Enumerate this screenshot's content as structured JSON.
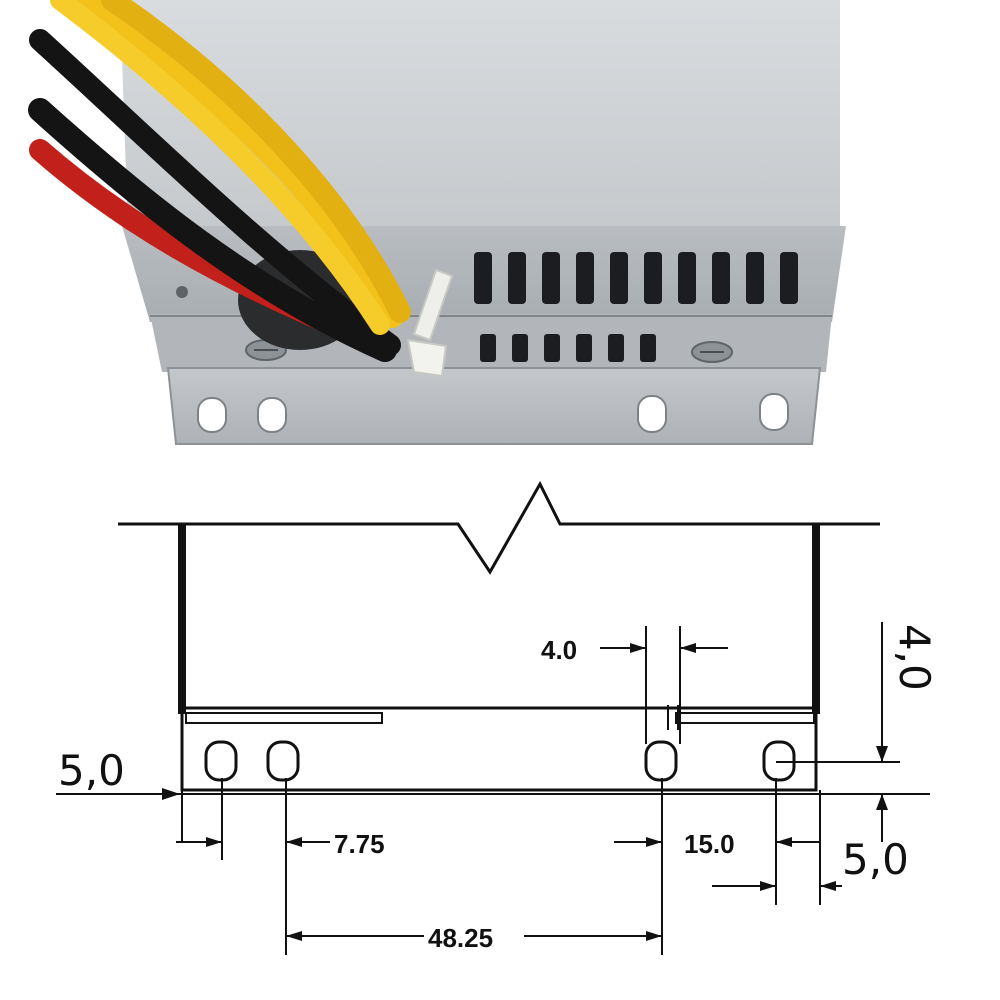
{
  "photo": {
    "subject": "power-supply-mounting-bracket-photo",
    "cables": [
      "yellow",
      "black",
      "red"
    ],
    "colors": {
      "housing": "#cfd3d6",
      "housing_shadow": "#9ea3a7",
      "vent_slot": "#1b1d20",
      "cable_yellow": "#f2c21b",
      "cable_black": "#141414",
      "cable_red": "#c2201a",
      "zip_tie": "#eeeeea"
    }
  },
  "drawing": {
    "line_color": "#111111",
    "dimensions": {
      "pitch_top": "4.0",
      "height_right": "4,0",
      "left_offset": "5,0",
      "hole_spacing_left": "7.75",
      "hole_spacing_right": "15.0",
      "right_offset": "5,0",
      "center_distance": "48.25"
    }
  }
}
